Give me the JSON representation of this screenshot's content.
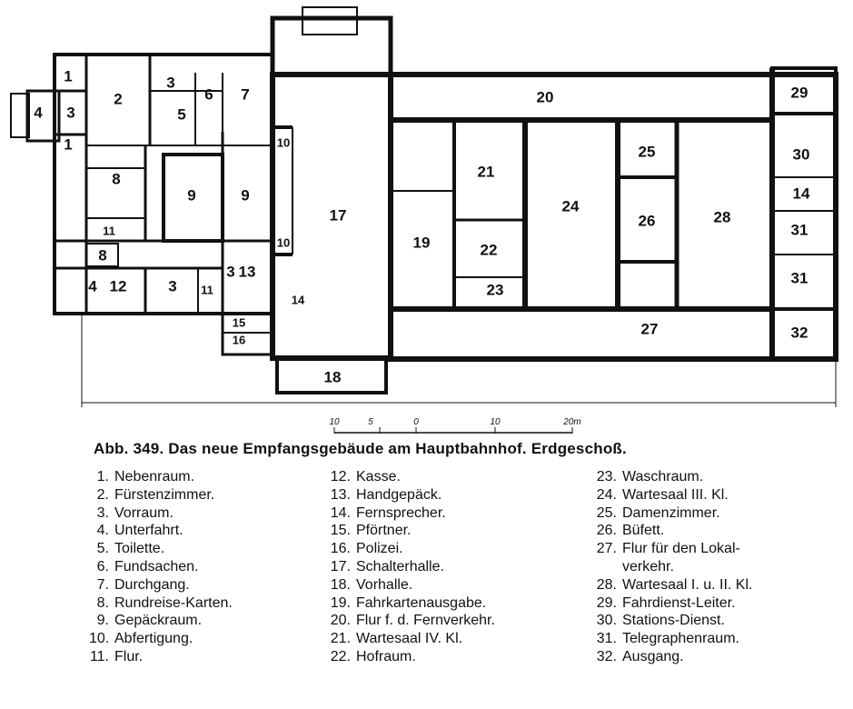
{
  "plan": {
    "rooms": {
      "r1a": "1",
      "r1b": "1",
      "r2": "2",
      "r3a": "3",
      "r3b": "3",
      "r4": "4",
      "r5": "5",
      "r6": "6",
      "r7": "7",
      "r8": "8",
      "r8b": "8",
      "r9a": "9",
      "r9b": "9",
      "r10a": "10",
      "r10b": "10",
      "r11": "11",
      "r11b": "11",
      "r12": "12",
      "r3c": "3",
      "r3d": "3",
      "r13": "13",
      "r14": "14",
      "r15": "15",
      "r16": "16",
      "r17": "17",
      "r18": "18",
      "r19": "19",
      "r20": "20",
      "r21": "21",
      "r22": "22",
      "r23": "23",
      "r24": "24",
      "r25": "25",
      "r26": "26",
      "r27": "27",
      "r28": "28",
      "r29": "29",
      "r30": "30",
      "r14b": "14",
      "r31a": "31",
      "r31b": "31",
      "r32": "32",
      "r4b": "4"
    },
    "scale_labels": [
      "10",
      "5",
      "0",
      "10",
      "20m"
    ]
  },
  "caption": "Abb. 349.  Das neue Empfangsgebäude am Hauptbahnhof.  Erdgeschoß.",
  "legend": {
    "col1": [
      {
        "n": "1.",
        "label": "Nebenraum."
      },
      {
        "n": "2.",
        "label": "Fürstenzimmer."
      },
      {
        "n": "3.",
        "label": "Vorraum."
      },
      {
        "n": "4.",
        "label": "Unterfahrt."
      },
      {
        "n": "5.",
        "label": "Toilette."
      },
      {
        "n": "6.",
        "label": "Fundsachen."
      },
      {
        "n": "7.",
        "label": "Durchgang."
      },
      {
        "n": "8.",
        "label": "Rundreise-Karten."
      },
      {
        "n": "9.",
        "label": "Gepäckraum."
      },
      {
        "n": "10.",
        "label": "Abfertigung."
      },
      {
        "n": "11.",
        "label": "Flur."
      }
    ],
    "col2": [
      {
        "n": "12.",
        "label": "Kasse."
      },
      {
        "n": "13.",
        "label": "Handgepäck."
      },
      {
        "n": "14.",
        "label": "Fernsprecher."
      },
      {
        "n": "15.",
        "label": "Pförtner."
      },
      {
        "n": "16.",
        "label": "Polizei."
      },
      {
        "n": "17.",
        "label": "Schalterhalle."
      },
      {
        "n": "18.",
        "label": "Vorhalle."
      },
      {
        "n": "19.",
        "label": "Fahrkartenausgabe."
      },
      {
        "n": "20.",
        "label": "Flur f. d. Fernverkehr."
      },
      {
        "n": "21.",
        "label": "Wartesaal IV. Kl."
      },
      {
        "n": "22.",
        "label": "Hofraum."
      }
    ],
    "col3": [
      {
        "n": "23.",
        "label": "Waschraum."
      },
      {
        "n": "24.",
        "label": "Wartesaal III. Kl."
      },
      {
        "n": "25.",
        "label": "Damenzimmer."
      },
      {
        "n": "26.",
        "label": "Büfett."
      },
      {
        "n": "27.",
        "label": "Flur für den Lokal-",
        "cont": "verkehr."
      },
      {
        "n": "28.",
        "label": "Wartesaal I. u. II. Kl."
      },
      {
        "n": "29.",
        "label": "Fahrdienst-Leiter."
      },
      {
        "n": "30.",
        "label": "Stations-Dienst."
      },
      {
        "n": "31.",
        "label": "Telegraphenraum."
      },
      {
        "n": "32.",
        "label": "Ausgang."
      }
    ]
  }
}
